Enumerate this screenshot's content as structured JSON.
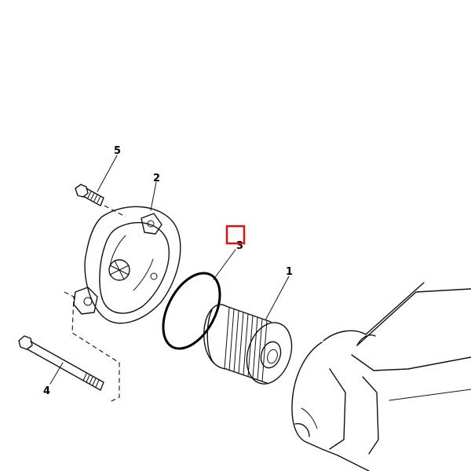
{
  "callouts": [
    {
      "key": "filter",
      "label": "1"
    },
    {
      "key": "cover",
      "label": "2"
    },
    {
      "key": "o_ring",
      "label": "3"
    },
    {
      "key": "long_bolt",
      "label": "4"
    },
    {
      "key": "short_bolt",
      "label": "5"
    }
  ],
  "colors": {
    "line": "#111111",
    "background": "#ffffff",
    "highlight_box": "#e01010"
  }
}
